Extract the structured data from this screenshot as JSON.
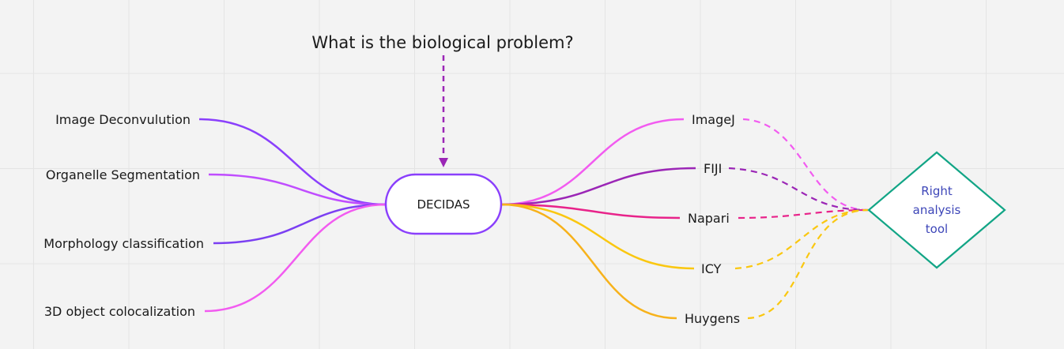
{
  "question": "What is the biological problem?",
  "center": "DECIDAS",
  "problems": [
    {
      "label": "Image Deconvulution",
      "color": "#8a3ffc"
    },
    {
      "label": "Organelle Segmentation",
      "color": "#c04dff"
    },
    {
      "label": "Morphology classification",
      "color": "#7b3ff2"
    },
    {
      "label": "3D object colocalization",
      "color": "#f25bf0"
    }
  ],
  "tools": [
    {
      "label": "ImageJ",
      "color": "#f25bf0"
    },
    {
      "label": "FIJI",
      "color": "#9b26b6"
    },
    {
      "label": "Napari",
      "color": "#e8238a"
    },
    {
      "label": "ICY",
      "color": "#fac710"
    },
    {
      "label": "Huygens",
      "color": "#f7b21b"
    }
  ],
  "result": {
    "lines": [
      "Right",
      "analysis",
      "tool"
    ],
    "color": "#12a586"
  },
  "colors": {
    "question_arrow": "#9b26b6",
    "center_border": "#8a3ffc"
  }
}
